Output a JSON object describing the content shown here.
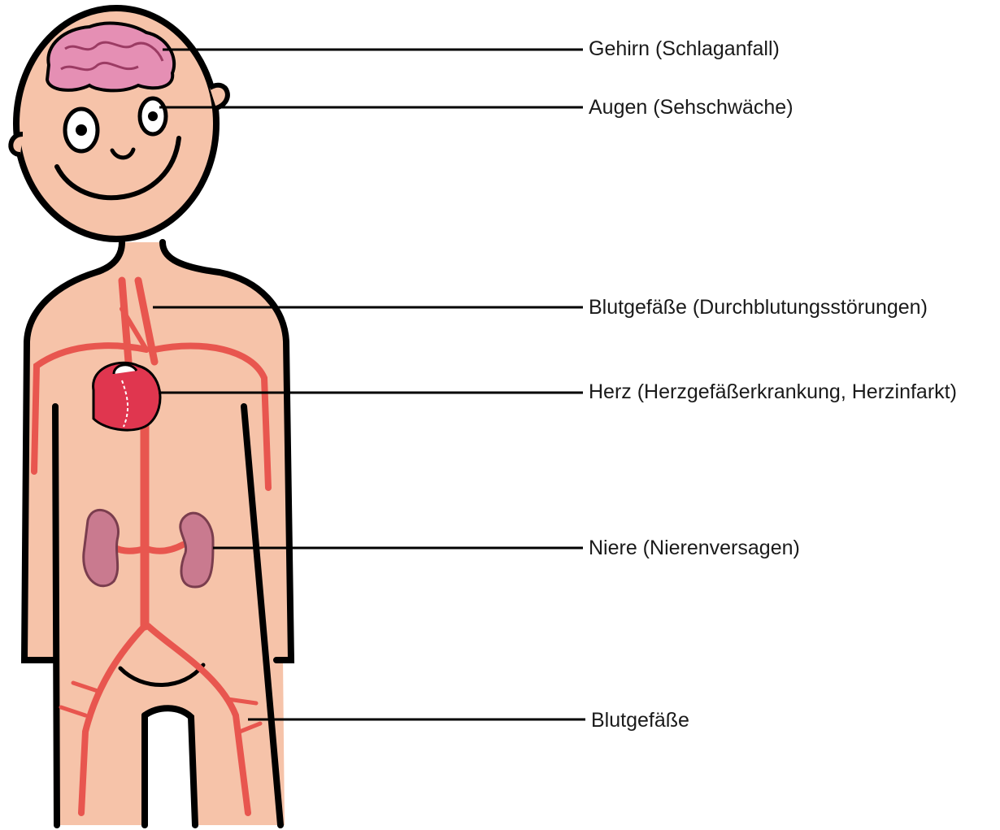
{
  "labels": {
    "brain": "Gehirn (Schlaganfall)",
    "eyes": "Augen (Sehschwäche)",
    "vessels_upper": "Blutgefäße (Durchblutungsstörungen)",
    "heart": "Herz (Herzgefäßerkrankung, Herzinfarkt)",
    "kidney": "Niere (Nierenversagen)",
    "vessels_lower": "Blutgefäße"
  },
  "colors": {
    "skin": "#f6c3a9",
    "outline": "#000000",
    "brain": "#e58fb4",
    "artery": "#e8564f",
    "heart": "#e0364f",
    "kidney": "#c97a8f",
    "leader": "#000000"
  }
}
